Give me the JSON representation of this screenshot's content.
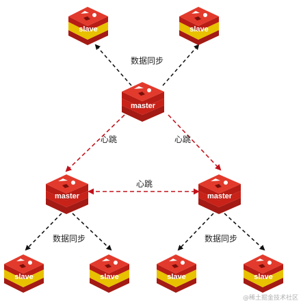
{
  "nodes": {
    "top_left_slave": {
      "label": "slave",
      "role": "slave"
    },
    "top_right_slave": {
      "label": "slave",
      "role": "slave"
    },
    "top_master": {
      "label": "master",
      "role": "master"
    },
    "left_master": {
      "label": "master",
      "role": "master"
    },
    "right_master": {
      "label": "master",
      "role": "master"
    },
    "bottom_slave_1": {
      "label": "slave",
      "role": "slave"
    },
    "bottom_slave_2": {
      "label": "slave",
      "role": "slave"
    },
    "bottom_slave_3": {
      "label": "slave",
      "role": "slave"
    },
    "bottom_slave_4": {
      "label": "slave",
      "role": "slave"
    }
  },
  "edge_labels": {
    "top_sync": "数据同步",
    "heartbeat_left": "心跳",
    "heartbeat_right": "心跳",
    "heartbeat_middle": "心跳",
    "left_sync": "数据同步",
    "right_sync": "数据同步"
  },
  "watermark": "@稀土掘金技术社区",
  "colors": {
    "master_red": "#d42a20",
    "slave_band": "#e8c100",
    "arrow_black": "#111111",
    "arrow_red": "#c0121b"
  }
}
